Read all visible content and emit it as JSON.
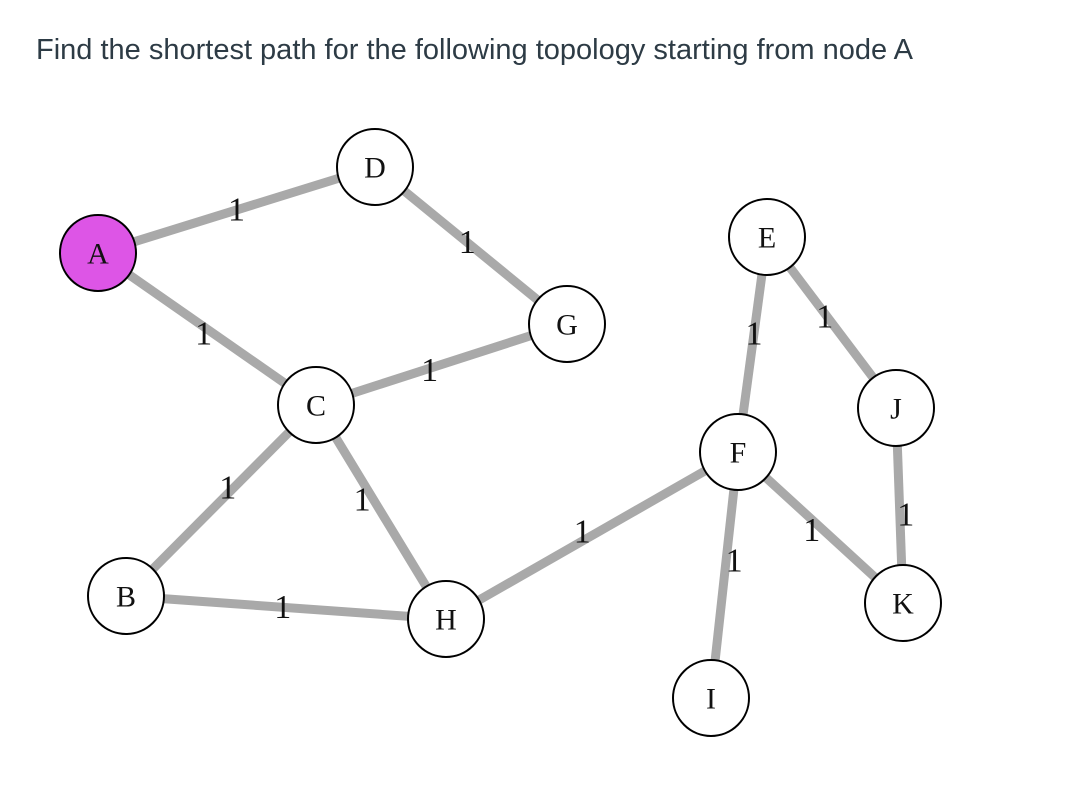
{
  "question": {
    "text": "Find the shortest path for the following topology starting from node A"
  },
  "graph": {
    "start_node": "A",
    "colors": {
      "start_fill": "#dd55e6",
      "node_fill": "#ffffff",
      "edge": "#a9a9a9",
      "stroke": "#000000"
    },
    "nodes": [
      {
        "id": "A",
        "label": "A"
      },
      {
        "id": "B",
        "label": "B"
      },
      {
        "id": "C",
        "label": "C"
      },
      {
        "id": "D",
        "label": "D"
      },
      {
        "id": "E",
        "label": "E"
      },
      {
        "id": "F",
        "label": "F"
      },
      {
        "id": "G",
        "label": "G"
      },
      {
        "id": "H",
        "label": "H"
      },
      {
        "id": "I",
        "label": "I"
      },
      {
        "id": "J",
        "label": "J"
      },
      {
        "id": "K",
        "label": "K"
      }
    ],
    "edges": [
      {
        "source": "A",
        "target": "D",
        "weight": "1"
      },
      {
        "source": "A",
        "target": "C",
        "weight": "1"
      },
      {
        "source": "D",
        "target": "G",
        "weight": "1"
      },
      {
        "source": "C",
        "target": "G",
        "weight": "1"
      },
      {
        "source": "C",
        "target": "B",
        "weight": "1"
      },
      {
        "source": "C",
        "target": "H",
        "weight": "1"
      },
      {
        "source": "B",
        "target": "H",
        "weight": "1"
      },
      {
        "source": "H",
        "target": "F",
        "weight": "1"
      },
      {
        "source": "E",
        "target": "F",
        "weight": "1"
      },
      {
        "source": "E",
        "target": "J",
        "weight": "1"
      },
      {
        "source": "J",
        "target": "K",
        "weight": "1"
      },
      {
        "source": "F",
        "target": "K",
        "weight": "1"
      },
      {
        "source": "F",
        "target": "I",
        "weight": "1"
      }
    ]
  }
}
